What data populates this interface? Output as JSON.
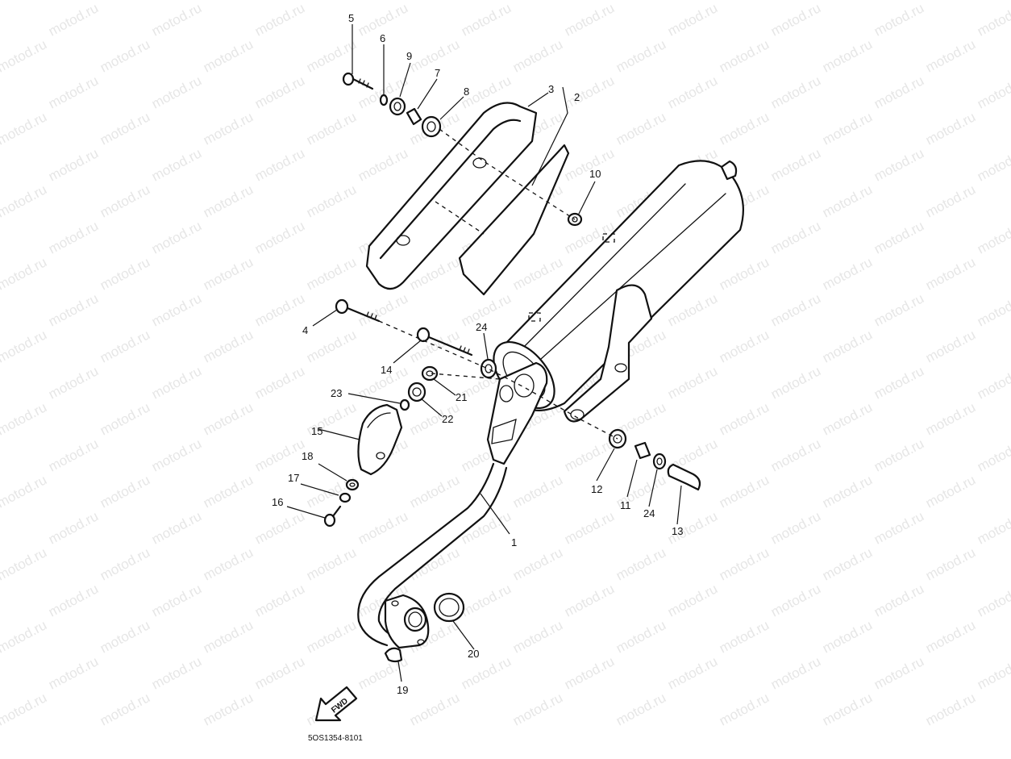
{
  "watermark": "motod.ru",
  "drawing_code": "5OS1354-8101",
  "fwd_label": "FWD",
  "callouts": [
    {
      "id": "c1",
      "text": "1"
    },
    {
      "id": "c2",
      "text": "2"
    },
    {
      "id": "c3",
      "text": "3"
    },
    {
      "id": "c4",
      "text": "4"
    },
    {
      "id": "c5",
      "text": "5"
    },
    {
      "id": "c6",
      "text": "6"
    },
    {
      "id": "c7",
      "text": "7"
    },
    {
      "id": "c8",
      "text": "8"
    },
    {
      "id": "c9",
      "text": "9"
    },
    {
      "id": "c10",
      "text": "10"
    },
    {
      "id": "c11",
      "text": "11"
    },
    {
      "id": "c12",
      "text": "12"
    },
    {
      "id": "c13",
      "text": "13"
    },
    {
      "id": "c14",
      "text": "14"
    },
    {
      "id": "c15",
      "text": "15"
    },
    {
      "id": "c16",
      "text": "16"
    },
    {
      "id": "c17",
      "text": "17"
    },
    {
      "id": "c18",
      "text": "18"
    },
    {
      "id": "c19",
      "text": "19"
    },
    {
      "id": "c20",
      "text": "20"
    },
    {
      "id": "c21",
      "text": "21"
    },
    {
      "id": "c22",
      "text": "22"
    },
    {
      "id": "c23",
      "text": "23"
    },
    {
      "id": "c24a",
      "text": "24"
    },
    {
      "id": "c24b",
      "text": "24"
    }
  ]
}
